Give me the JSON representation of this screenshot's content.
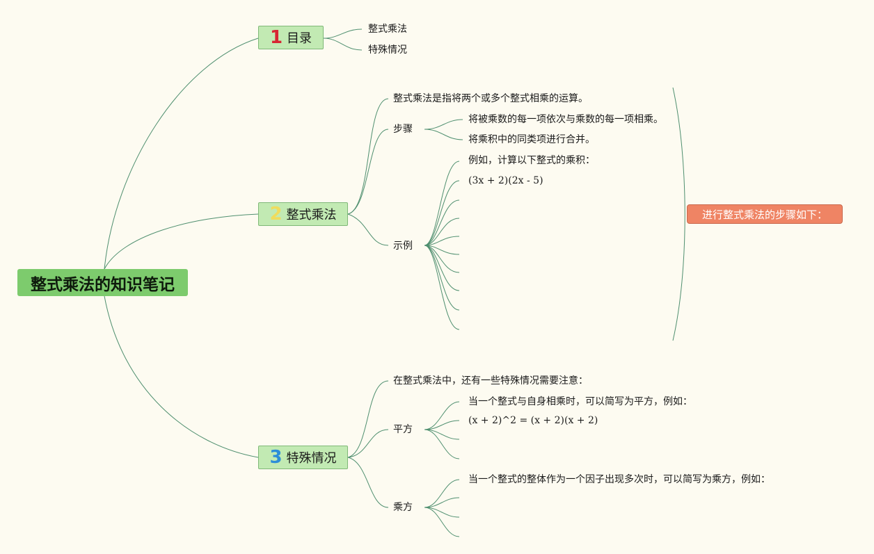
{
  "root": {
    "title": "整式乘法的知识笔记"
  },
  "branches": [
    {
      "num": "1",
      "label": "目录",
      "children": [
        "整式乘法",
        "特殊情况"
      ]
    },
    {
      "num": "2",
      "label": "整式乘法"
    },
    {
      "num": "3",
      "label": "特殊情况"
    }
  ],
  "b2": {
    "definition": "整式乘法是指将两个或多个整式相乘的运算。",
    "steps": {
      "label": "步骤",
      "items": [
        "将被乘数的每一项依次与乘数的每一项相乘。",
        "将乘积中的同类项进行合并。"
      ]
    },
    "example": {
      "label": "示例",
      "items": [
        "例如，计算以下整式的乘积：",
        "(3x + 2)(2x - 5)"
      ]
    },
    "summary": "进行整式乘法的步骤如下："
  },
  "b3": {
    "intro": "在整式乘法中，还有一些特殊情况需要注意：",
    "square": {
      "label": "平方",
      "items": [
        "当一个整式与自身相乘时，可以简写为平方，例如：",
        "(x + 2)^2 = (x + 2)(x + 2)"
      ]
    },
    "power": {
      "label": "乘方",
      "items": [
        "当一个整式的整体作为一个因子出现多次时，可以简写为乘方，例如："
      ]
    }
  },
  "colors": {
    "background": "#fdfbf1",
    "root": "#7dcb6d",
    "branch": "#c2eab3",
    "summary": "#ef8464",
    "line": "#4f8f6f"
  }
}
